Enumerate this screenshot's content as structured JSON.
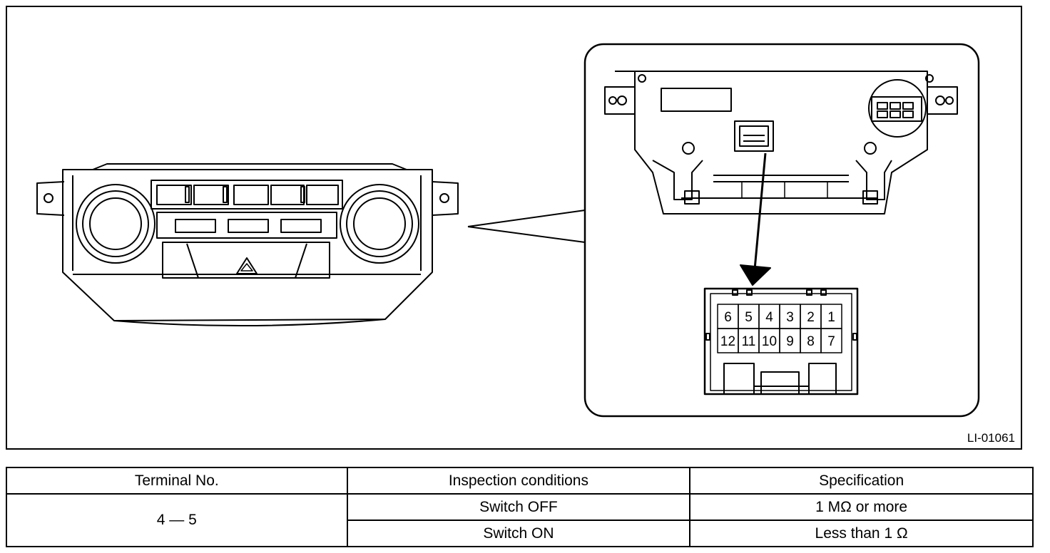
{
  "figure": {
    "figure_id": "LI-01061",
    "connector_pins": {
      "top_row": [
        "6",
        "5",
        "4",
        "3",
        "2",
        "1"
      ],
      "bottom_row": [
        "12",
        "11",
        "10",
        "9",
        "8",
        "7"
      ]
    }
  },
  "table": {
    "headers": [
      "Terminal No.",
      "Inspection conditions",
      "Specification"
    ],
    "terminal": "4 — 5",
    "rows": [
      {
        "condition": "Switch OFF",
        "spec": "1 MΩ or more"
      },
      {
        "condition": "Switch ON",
        "spec": "Less than 1 Ω"
      }
    ]
  }
}
